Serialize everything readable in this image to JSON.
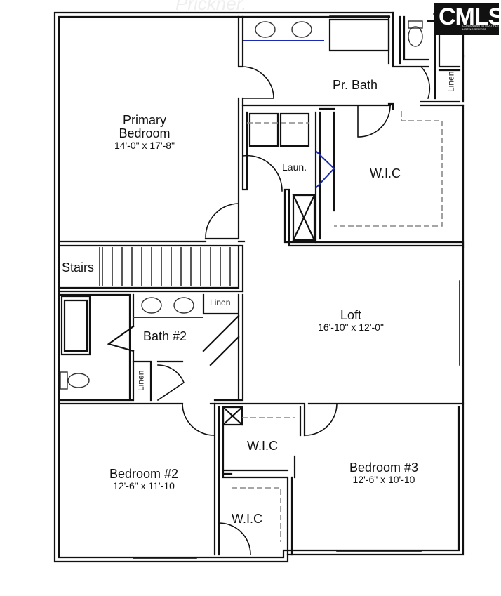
{
  "rooms": {
    "primary_bedroom": {
      "name_line1": "Primary",
      "name_line2": "Bedroom",
      "size": "14'-0\" x 17'-8\""
    },
    "pr_bath": {
      "name": "Pr. Bath"
    },
    "laundry": {
      "name": "Laun."
    },
    "wic_primary": {
      "name": "W.I.C"
    },
    "stairs": {
      "name": "Stairs"
    },
    "bath2": {
      "name": "Bath #2"
    },
    "linen_top_right": {
      "name": "Linen"
    },
    "linen_bath2": {
      "name": "Linen"
    },
    "linen_bath2_side": {
      "name": "Linen"
    },
    "loft": {
      "name": "Loft",
      "size": "16'-10\" x 12'-0\""
    },
    "bedroom2": {
      "name": "Bedroom #2",
      "size": "12'-6\" x 11'-10"
    },
    "bedroom3": {
      "name": "Bedroom #3",
      "size": "12'-6\" x 10'-10"
    },
    "wic_upper": {
      "name": "W.I.C"
    },
    "wic_lower": {
      "name": "W.I.C"
    }
  },
  "logo": {
    "text": "CMLS",
    "subtext": "CONSOLIDATED MULTIPLE LISTING SERVICE"
  },
  "watermark": {
    "text": "Prickner."
  },
  "colors": {
    "wall": "#111111",
    "fixture_blue": "#1a2bb0",
    "dashed": "#888888"
  }
}
